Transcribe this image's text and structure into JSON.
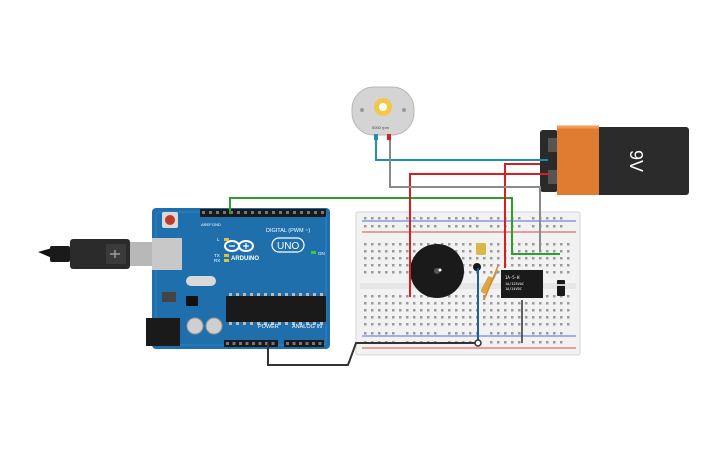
{
  "canvas": {
    "background": "#ffffff"
  },
  "motor": {
    "label": "5000 rpm"
  },
  "battery": {
    "label": "9V"
  },
  "arduino": {
    "brand": "ARDUINO",
    "model": "UNO",
    "digital_header": "DIGITAL (PWM ~)",
    "power_header": "POWER",
    "analog_header": "ANALOG IN",
    "on_label": "ON",
    "tx_label": "TX",
    "rx_label": "RX",
    "l_label": "L",
    "aref_label": "AREF",
    "gnd_label": "GND"
  },
  "relay": {
    "line1": "1A-5-H",
    "line2": "1A/125VAC",
    "line3": "1A/24VDC"
  },
  "colors": {
    "board_blue": "#1f6fad",
    "wire_green": "#2e9e2e",
    "wire_red": "#d42020",
    "wire_gray": "#8a8a8a",
    "wire_teal": "#1f8fb0",
    "wire_black": "#333333",
    "battery_orange": "#e07b32",
    "breadboard": "#f2f2f2"
  }
}
